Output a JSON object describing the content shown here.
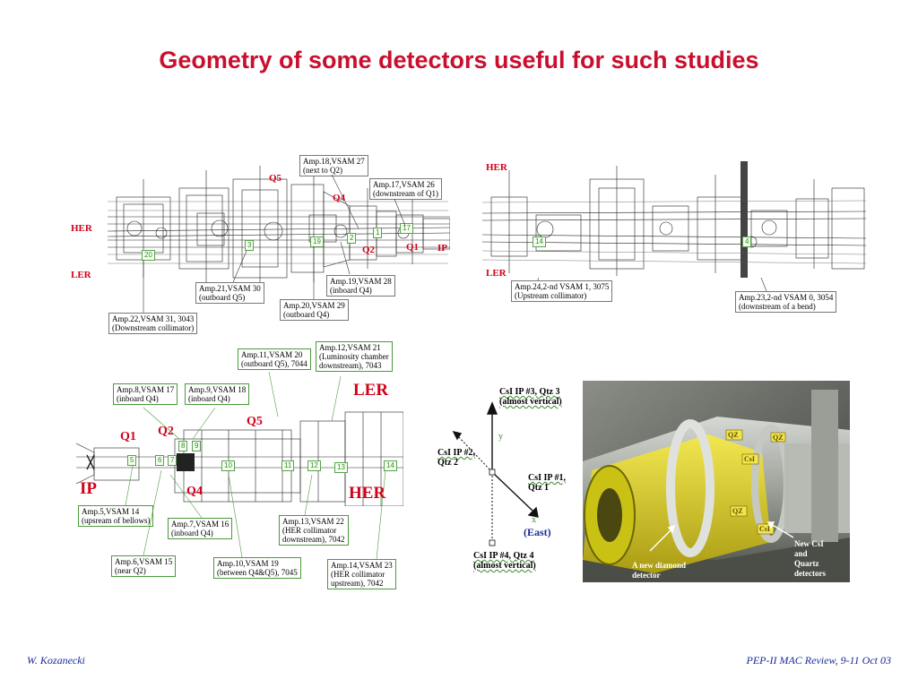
{
  "slide": {
    "title": "Geometry of some detectors useful for such studies",
    "footer_left": "W. Kozanecki",
    "footer_right": "PEP-II MAC Review, 9-11 Oct 03"
  },
  "panel1": {
    "labels": {
      "q5": "Q5",
      "q4": "Q4",
      "q2": "Q2",
      "q1": "Q1",
      "ip": "IP",
      "her": "HER",
      "ler": "LER"
    },
    "numbers": [
      "20",
      "3",
      "19",
      "2",
      "17",
      "1"
    ],
    "boxes": {
      "amp18": [
        "Amp.18,VSAM 27",
        "(next to Q2)"
      ],
      "amp17": [
        "Amp.17,VSAM 26",
        "(downstream of Q1)"
      ],
      "amp19": [
        "Amp.19,VSAM 28",
        "(inboard Q4)"
      ],
      "amp21": [
        "Amp.21,VSAM 30",
        "(outboard Q5)"
      ],
      "amp20": [
        "Amp.20,VSAM 29",
        "(outboard Q4)"
      ],
      "amp22": [
        "Amp.22,VSAM 31, 3043",
        "(Downstream collimator)"
      ]
    }
  },
  "panel2": {
    "labels": {
      "her": "HER",
      "ler": "LER"
    },
    "numbers": [
      "14",
      "4"
    ],
    "boxes": {
      "amp24": [
        "Amp.24,2-nd VSAM 1, 3075",
        "(Upstream collimator)"
      ],
      "amp23": [
        "Amp.23,2-nd VSAM 0, 3054",
        "(downstream of a bend)"
      ]
    }
  },
  "panel3": {
    "labels": {
      "ler": "LER",
      "q5": "Q5",
      "q1": "Q1",
      "q2": "Q2",
      "ip": "IP",
      "q4": "Q4",
      "her": "HER"
    },
    "numbers": [
      "8",
      "9",
      "5",
      "6",
      "7",
      "10",
      "11",
      "12",
      "13",
      "14"
    ],
    "boxes": {
      "amp11": [
        "Amp.11,VSAM 20",
        "(outboard Q5), 7044"
      ],
      "amp12": [
        "Amp.12,VSAM 21",
        "(Luminosity chamber",
        "downstream), 7043"
      ],
      "amp8": [
        "Amp.8,VSAM 17",
        "(inboard Q4)"
      ],
      "amp9": [
        "Amp.9,VSAM 18",
        "(inboard Q4)"
      ],
      "amp5": [
        "Amp.5,VSAM 14",
        "(upsream of bellows)"
      ],
      "amp7": [
        "Amp.7,VSAM 16",
        "(inboard Q4)"
      ],
      "amp13": [
        "Amp.13,VSAM 22",
        "(HER collimator",
        "downstream), 7042"
      ],
      "amp6": [
        "Amp.6,VSAM 15",
        "(near Q2)"
      ],
      "amp10": [
        "Amp.10,VSAM 19",
        "(between Q4&Q5), 7045"
      ],
      "amp14": [
        "Amp.14,VSAM 23",
        "(HER collimator",
        "upstream), 7042"
      ]
    }
  },
  "axes": {
    "top": [
      "CsI IP #3, Qtz 3",
      "(almost vertical)"
    ],
    "left": [
      "CsI IP #2,",
      "Qtz 2"
    ],
    "right": [
      "CsI IP #1,",
      "Qtz 1"
    ],
    "bottom": [
      "CsI IP #4, Qtz 4",
      "(almost vertical)"
    ],
    "y": "y",
    "x": "x",
    "east": "(East)"
  },
  "photo": {
    "caption_left": [
      "A new diamond",
      "detector"
    ],
    "caption_right": [
      "New CsI",
      "and",
      "Quartz",
      "detectors"
    ],
    "tags": [
      "QZ",
      "CsI",
      "QZ",
      "CsI",
      "QZ"
    ]
  }
}
